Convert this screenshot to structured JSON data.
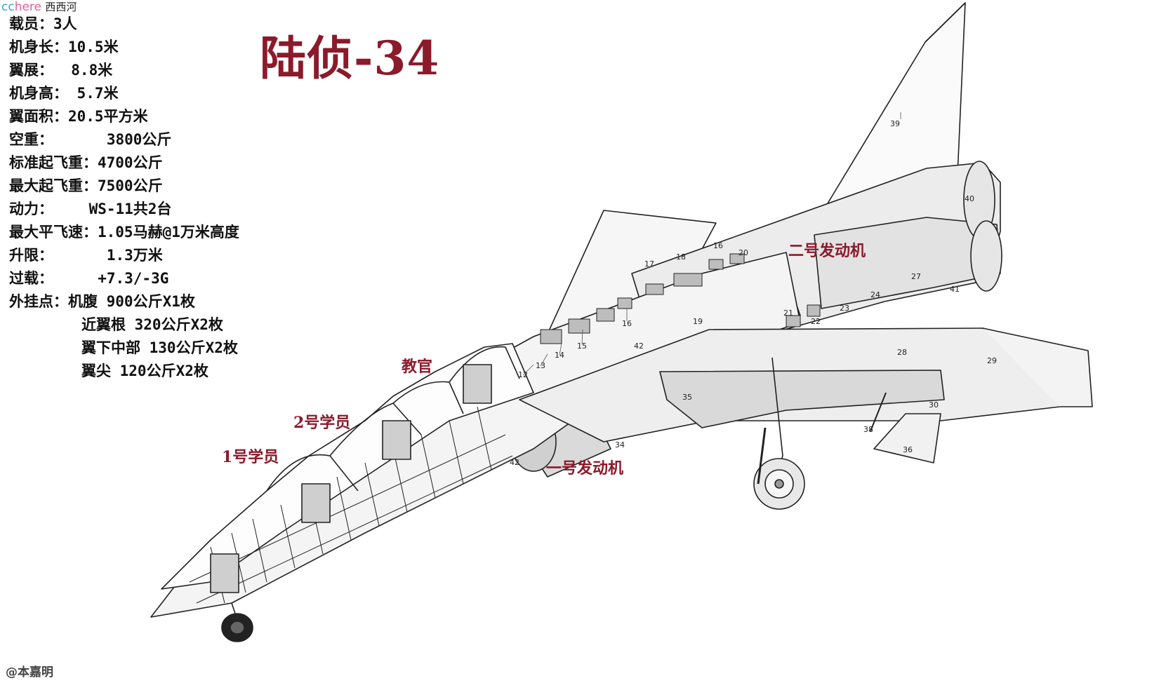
{
  "watermark": {
    "cc": "cc",
    "here": "here",
    "site": "西西河"
  },
  "title": "陆侦-34",
  "specs": [
    {
      "label": "载员：",
      "value": "3人"
    },
    {
      "label": "机身长：",
      "value": "10.5米"
    },
    {
      "label": "翼展：",
      "value": "  8.8米"
    },
    {
      "label": "机身高：",
      "value": " 5.7米"
    },
    {
      "label": "翼面积：",
      "value": "20.5平方米"
    },
    {
      "label": "空重：",
      "value": "      3800公斤"
    },
    {
      "label": "标准起飞重：",
      "value": "4700公斤"
    },
    {
      "label": "最大起飞重：",
      "value": "7500公斤"
    },
    {
      "label": "动力：",
      "value": "    WS-11共2台"
    },
    {
      "label": "最大平飞速：",
      "value": "1.05马赫@1万米高度"
    },
    {
      "label": "升限：",
      "value": "      1.3万米"
    },
    {
      "label": "过载：",
      "value": "     +7.3/-3G"
    },
    {
      "label": "外挂点：",
      "value": "机腹 900公斤X1枚"
    }
  ],
  "hardpoints_extra": [
    "近翼根 320公斤X2枚",
    "翼下中部 130公斤X2枚",
    "翼尖 120公斤X2枚"
  ],
  "callouts": {
    "instructor": "教官",
    "student2": "2号学员",
    "student1": "1号学员",
    "engine2": "二号发动机",
    "engine1": "一号发动机"
  },
  "part_numbers": [
    "12",
    "13",
    "14",
    "15",
    "16",
    "16",
    "17",
    "18",
    "19",
    "20",
    "21",
    "22",
    "23",
    "24",
    "27",
    "28",
    "29",
    "30",
    "34",
    "35",
    "36",
    "38",
    "39",
    "40",
    "41",
    "42",
    "42"
  ],
  "credit": "@本嘉明",
  "colors": {
    "title": "#8b1a2b",
    "callout": "#8b1a2b",
    "watermark_cc": "#3aa0d8",
    "watermark_here": "#e0609a"
  }
}
